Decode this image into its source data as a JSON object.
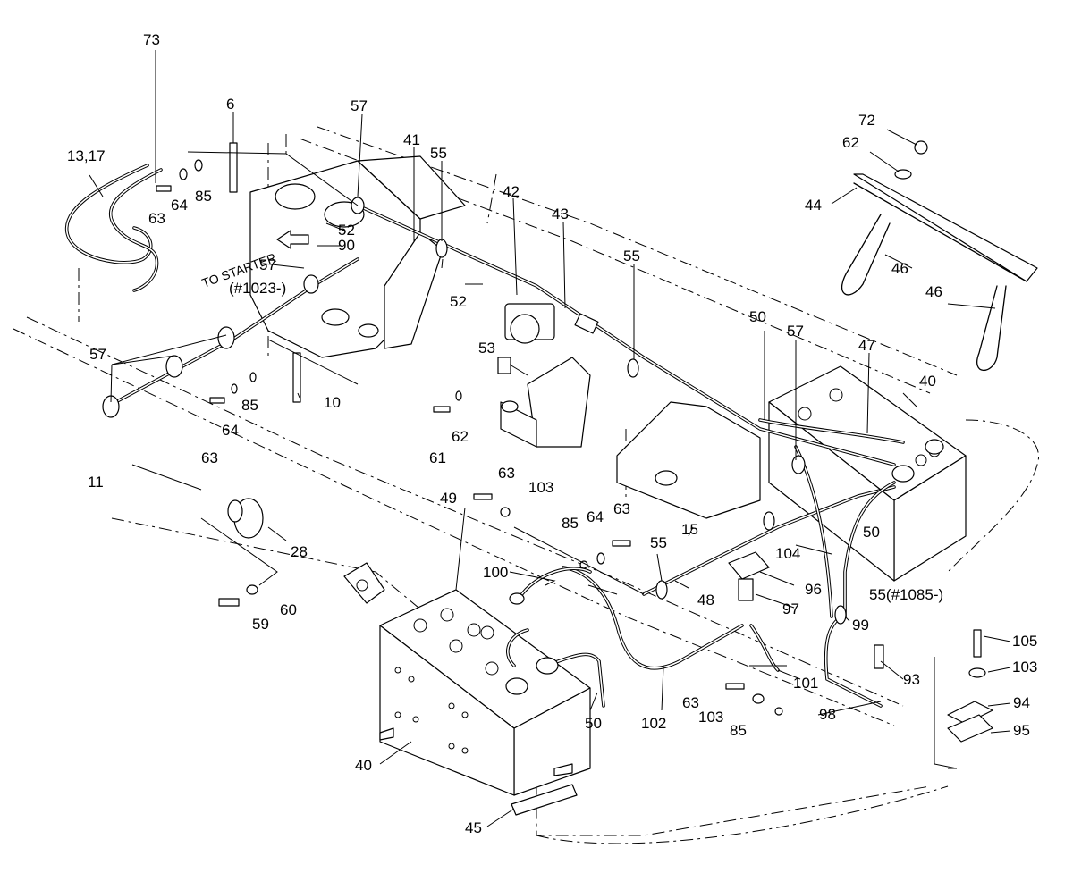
{
  "callouts": {
    "c73": "73",
    "c6": "6",
    "c57_top": "57",
    "c41": "41",
    "c55_top": "55",
    "c42": "42",
    "c43": "43",
    "c55_mid": "55",
    "c72": "72",
    "c62_top": "62",
    "c44": "44",
    "c46_a": "46",
    "c46_b": "46",
    "c13_17": "13,17",
    "c63_a": "63",
    "c64_a": "64",
    "c85_a": "85",
    "c52_a": "52",
    "c90": "90",
    "c57_mid": "57",
    "c52_b": "52",
    "c53": "53",
    "c50_top": "50",
    "c57_right": "57",
    "c47": "47",
    "c40_right": "40",
    "c57_left": "57",
    "c85_b": "85",
    "c10": "10",
    "c64_b": "64",
    "c63_b": "63",
    "c62_mid": "62",
    "c61": "61",
    "c11": "11",
    "c63_c": "63",
    "c103_a": "103",
    "c49": "49",
    "c85_c": "85",
    "c64_c": "64",
    "c63_d": "63",
    "c55_low": "55",
    "c15": "15",
    "c104": "104",
    "c50_right": "50",
    "c28": "28",
    "c100": "100",
    "c48": "48",
    "c96": "96",
    "c97": "97",
    "c55_1085": "55(#1085-)",
    "c60": "60",
    "c59": "59",
    "c99": "99",
    "c105": "105",
    "c103_b": "103",
    "c93": "93",
    "c101": "101",
    "c94": "94",
    "c63_e": "63",
    "c103_c": "103",
    "c50_low": "50",
    "c102": "102",
    "c85_d": "85",
    "c98": "98",
    "c95": "95",
    "c40_left": "40",
    "c45": "45"
  },
  "notes": {
    "to_starter": "TO STARTER",
    "serial_1023": "(#1023-)"
  }
}
